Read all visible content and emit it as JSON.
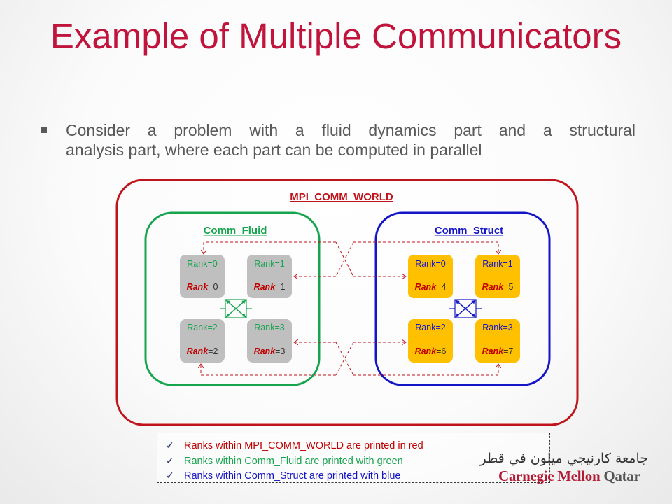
{
  "title": "Example of Multiple Communicators",
  "bullet": {
    "line1": "Consider a problem with a fluid dynamics part and a structural",
    "line2": "analysis part, where each part can be computed in parallel"
  },
  "diagram": {
    "world_label": "MPI_COMM_WORLD",
    "fluid": {
      "label": "Comm_Fluid",
      "nodes": [
        {
          "local": "Rank=0",
          "world_prefix": "Rank",
          "world_value": "=0"
        },
        {
          "local": "Rank=1",
          "world_prefix": "Rank",
          "world_value": "=1"
        },
        {
          "local": "Rank=2",
          "world_prefix": "Rank",
          "world_value": "=2"
        },
        {
          "local": "Rank=3",
          "world_prefix": "Rank",
          "world_value": "=3"
        }
      ]
    },
    "struct": {
      "label": "Comm_Struct",
      "nodes": [
        {
          "local": "Rank=0",
          "world_prefix": "Rank",
          "world_value": "=4"
        },
        {
          "local": "Rank=1",
          "world_prefix": "Rank",
          "world_value": "=5"
        },
        {
          "local": "Rank=2",
          "world_prefix": "Rank",
          "world_value": "=6"
        },
        {
          "local": "Rank=3",
          "world_prefix": "Rank",
          "world_value": "=7"
        }
      ]
    },
    "colors": {
      "world": "#c0141c",
      "fluid": "#17a44e",
      "struct": "#1515c8",
      "fluid_node": "#bfbfbf",
      "struct_node": "#ffc000",
      "red_text": "#c00000",
      "title": "#c0143c"
    }
  },
  "legend": {
    "items": [
      {
        "text": "Ranks within MPI_COMM_WORLD are printed in red",
        "color": "#c00000"
      },
      {
        "text": "Ranks within Comm_Fluid are printed with green",
        "color": "#17a44e"
      },
      {
        "text": "Ranks within Comm_Struct are printed with blue",
        "color": "#1515c8"
      }
    ]
  },
  "logo": {
    "arabic": "جامعة كارنيجي ميلون في قطر",
    "english": "Carnegie Mellon",
    "english_suffix": "Qatar"
  }
}
